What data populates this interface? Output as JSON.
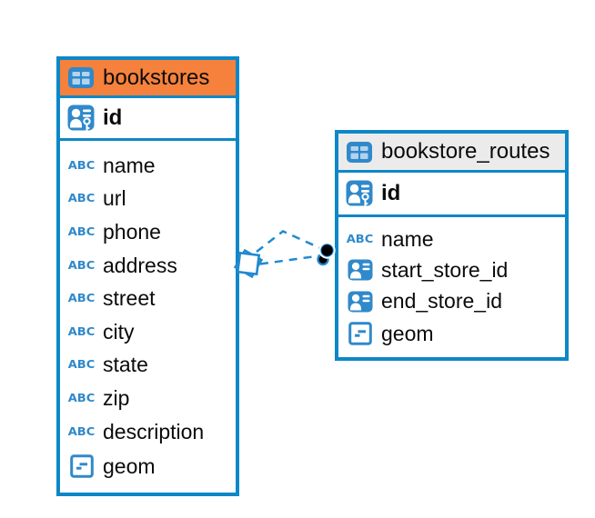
{
  "diagram": {
    "background": "#ffffff",
    "colors": {
      "entity_border": "#0e87c8",
      "icon_blue": "#3089ca",
      "relation_line": "#2189cf",
      "bookstores_header_bg": "#f5813c",
      "bookstore_routes_header_bg": "#ebebeb",
      "text": "#0b0b0b"
    },
    "icon_labels": {
      "text_type": "ABC"
    },
    "tables": [
      {
        "title": "bookstores",
        "primary_key": {
          "name": "id",
          "type": "primary-key"
        },
        "columns": [
          {
            "name": "name",
            "type": "text"
          },
          {
            "name": "url",
            "type": "text"
          },
          {
            "name": "phone",
            "type": "text"
          },
          {
            "name": "address",
            "type": "text"
          },
          {
            "name": "street",
            "type": "text"
          },
          {
            "name": "city",
            "type": "text"
          },
          {
            "name": "state",
            "type": "text"
          },
          {
            "name": "zip",
            "type": "text"
          },
          {
            "name": "description",
            "type": "text"
          },
          {
            "name": "geom",
            "type": "geometry"
          }
        ]
      },
      {
        "title": "bookstore_routes",
        "primary_key": {
          "name": "id",
          "type": "primary-key"
        },
        "columns": [
          {
            "name": "name",
            "type": "text"
          },
          {
            "name": "start_store_id",
            "type": "reference"
          },
          {
            "name": "end_store_id",
            "type": "reference"
          },
          {
            "name": "geom",
            "type": "geometry"
          }
        ]
      }
    ],
    "relationship": {
      "from": "bookstores",
      "to": "bookstore_routes",
      "line_style": "dashed",
      "line_count": 2,
      "source_marker": "overlapping-diamonds",
      "target_marker": "overlapping-filled-dots"
    }
  }
}
